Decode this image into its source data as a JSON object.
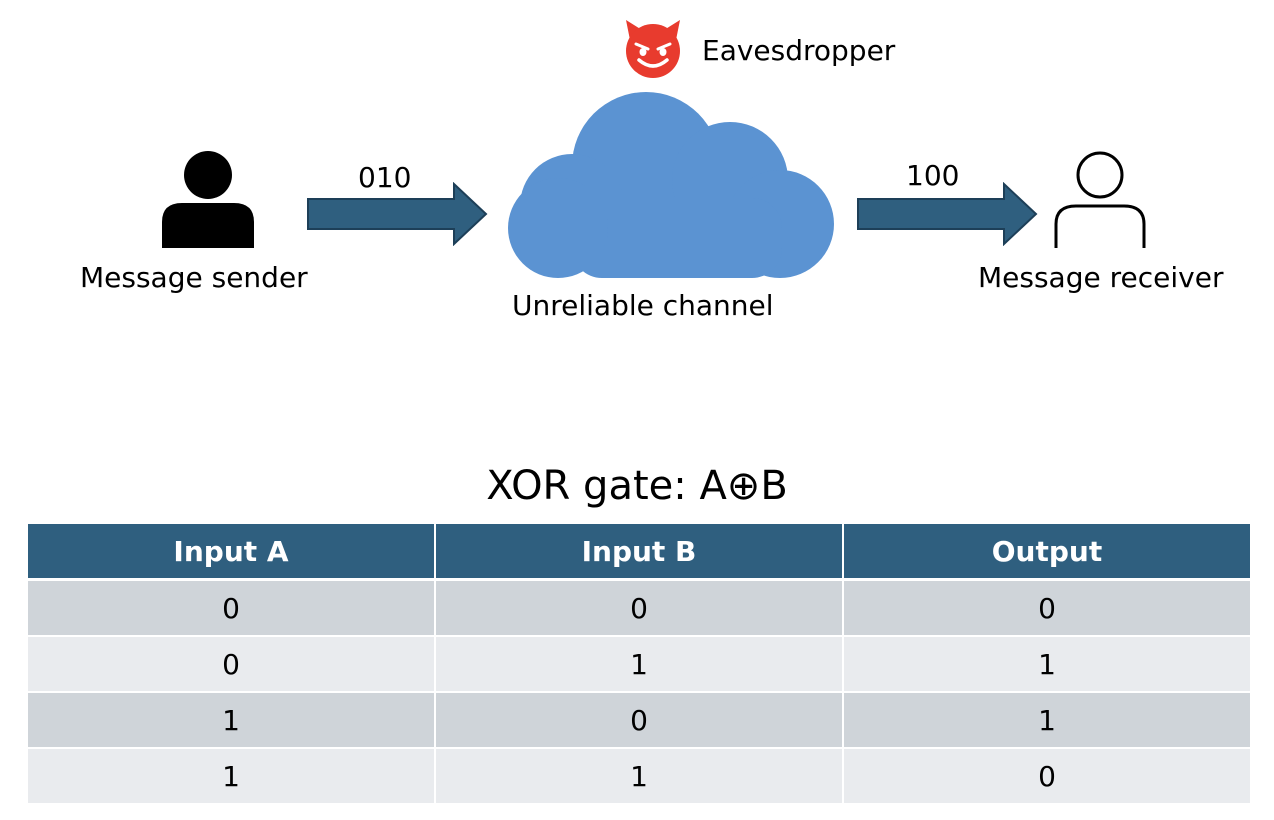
{
  "diagram": {
    "eavesdropper_label": "Eavesdropper",
    "sender_label": "Message sender",
    "channel_label": "Unreliable channel",
    "receiver_label": "Message receiver",
    "sent_bits": "010",
    "received_bits": "100",
    "icons": {
      "sender": "person-filled-icon",
      "receiver": "person-outline-icon",
      "channel": "cloud-icon",
      "eavesdropper": "devil-face-icon"
    },
    "colors": {
      "arrow_fill": "#2f5f7f",
      "cloud_fill": "#5b93d2",
      "devil_fill": "#e83b2e"
    }
  },
  "table": {
    "title": "XOR gate: A⊕B",
    "headers": [
      "Input A",
      "Input B",
      "Output"
    ],
    "rows": [
      [
        "0",
        "0",
        "0"
      ],
      [
        "0",
        "1",
        "1"
      ],
      [
        "1",
        "0",
        "1"
      ],
      [
        "1",
        "1",
        "0"
      ]
    ],
    "colors": {
      "header_bg": "#2f5f7f",
      "row_odd_bg": "#cfd4d9",
      "row_even_bg": "#e9ebee"
    }
  }
}
